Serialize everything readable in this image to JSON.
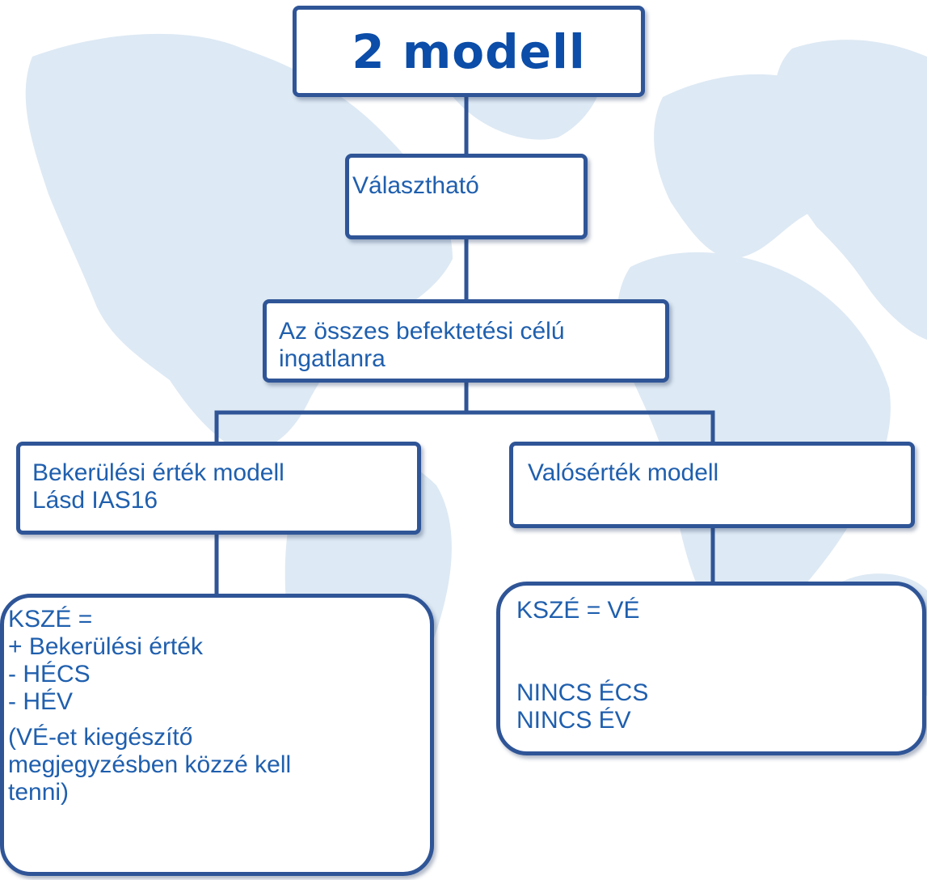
{
  "diagram": {
    "title": "2 modell",
    "node_valaszthato": "Választható",
    "node_osszes": "Az összes befektetési célú\ningatlanra",
    "node_bekerulesi": "Bekerülési érték modell\nLásd IAS16",
    "node_valos": "Valósérték modell",
    "node_kszebal_lines": "KSZÉ =\n+ Bekerülési érték\n- HÉCS\n- HÉV",
    "node_kszebal_note": "(VÉ-et kiegészítő\nmegjegyzésben közzé kell\ntenni)",
    "node_kszejobb": "KSZÉ = VÉ\n\n\nNINCS ÉCS\nNINCS ÉV"
  },
  "colors": {
    "border": "#2f5597",
    "text": "#1f5fae",
    "title": "#0b4da8",
    "map": "#dbe8f4",
    "connector": "#2f5597"
  }
}
